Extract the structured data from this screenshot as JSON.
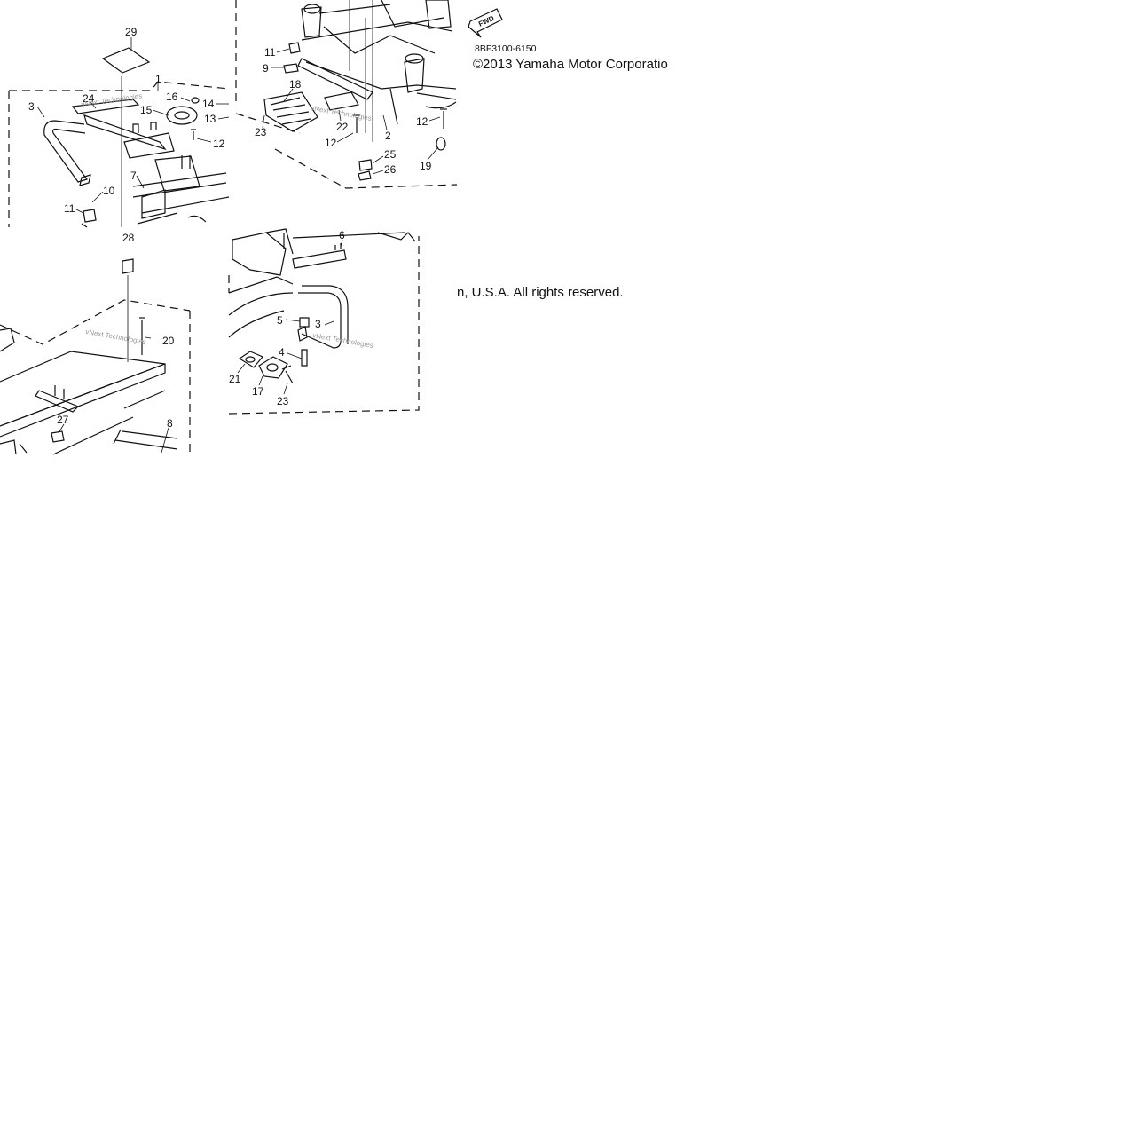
{
  "diagram": {
    "part_code": "8BF3100-6150",
    "copyright_line_1": "©2013 Yamaha Motor Corporatio",
    "copyright_line_2": "n, U.S.A. All rights reserved.",
    "fwd_label": "FWD",
    "watermark": "vNext Technologies",
    "callouts": [
      "29",
      "1",
      "24",
      "16",
      "15",
      "14",
      "13",
      "3",
      "12",
      "7",
      "10",
      "11",
      "11",
      "9",
      "18",
      "23",
      "22",
      "12",
      "2",
      "12",
      "19",
      "25",
      "26",
      "28",
      "20",
      "27",
      "8",
      "6",
      "5",
      "3",
      "4",
      "21",
      "17",
      "23"
    ]
  },
  "colors": {
    "ink": "#111111",
    "watermark": "#9a9a9a",
    "background": "#ffffff"
  }
}
